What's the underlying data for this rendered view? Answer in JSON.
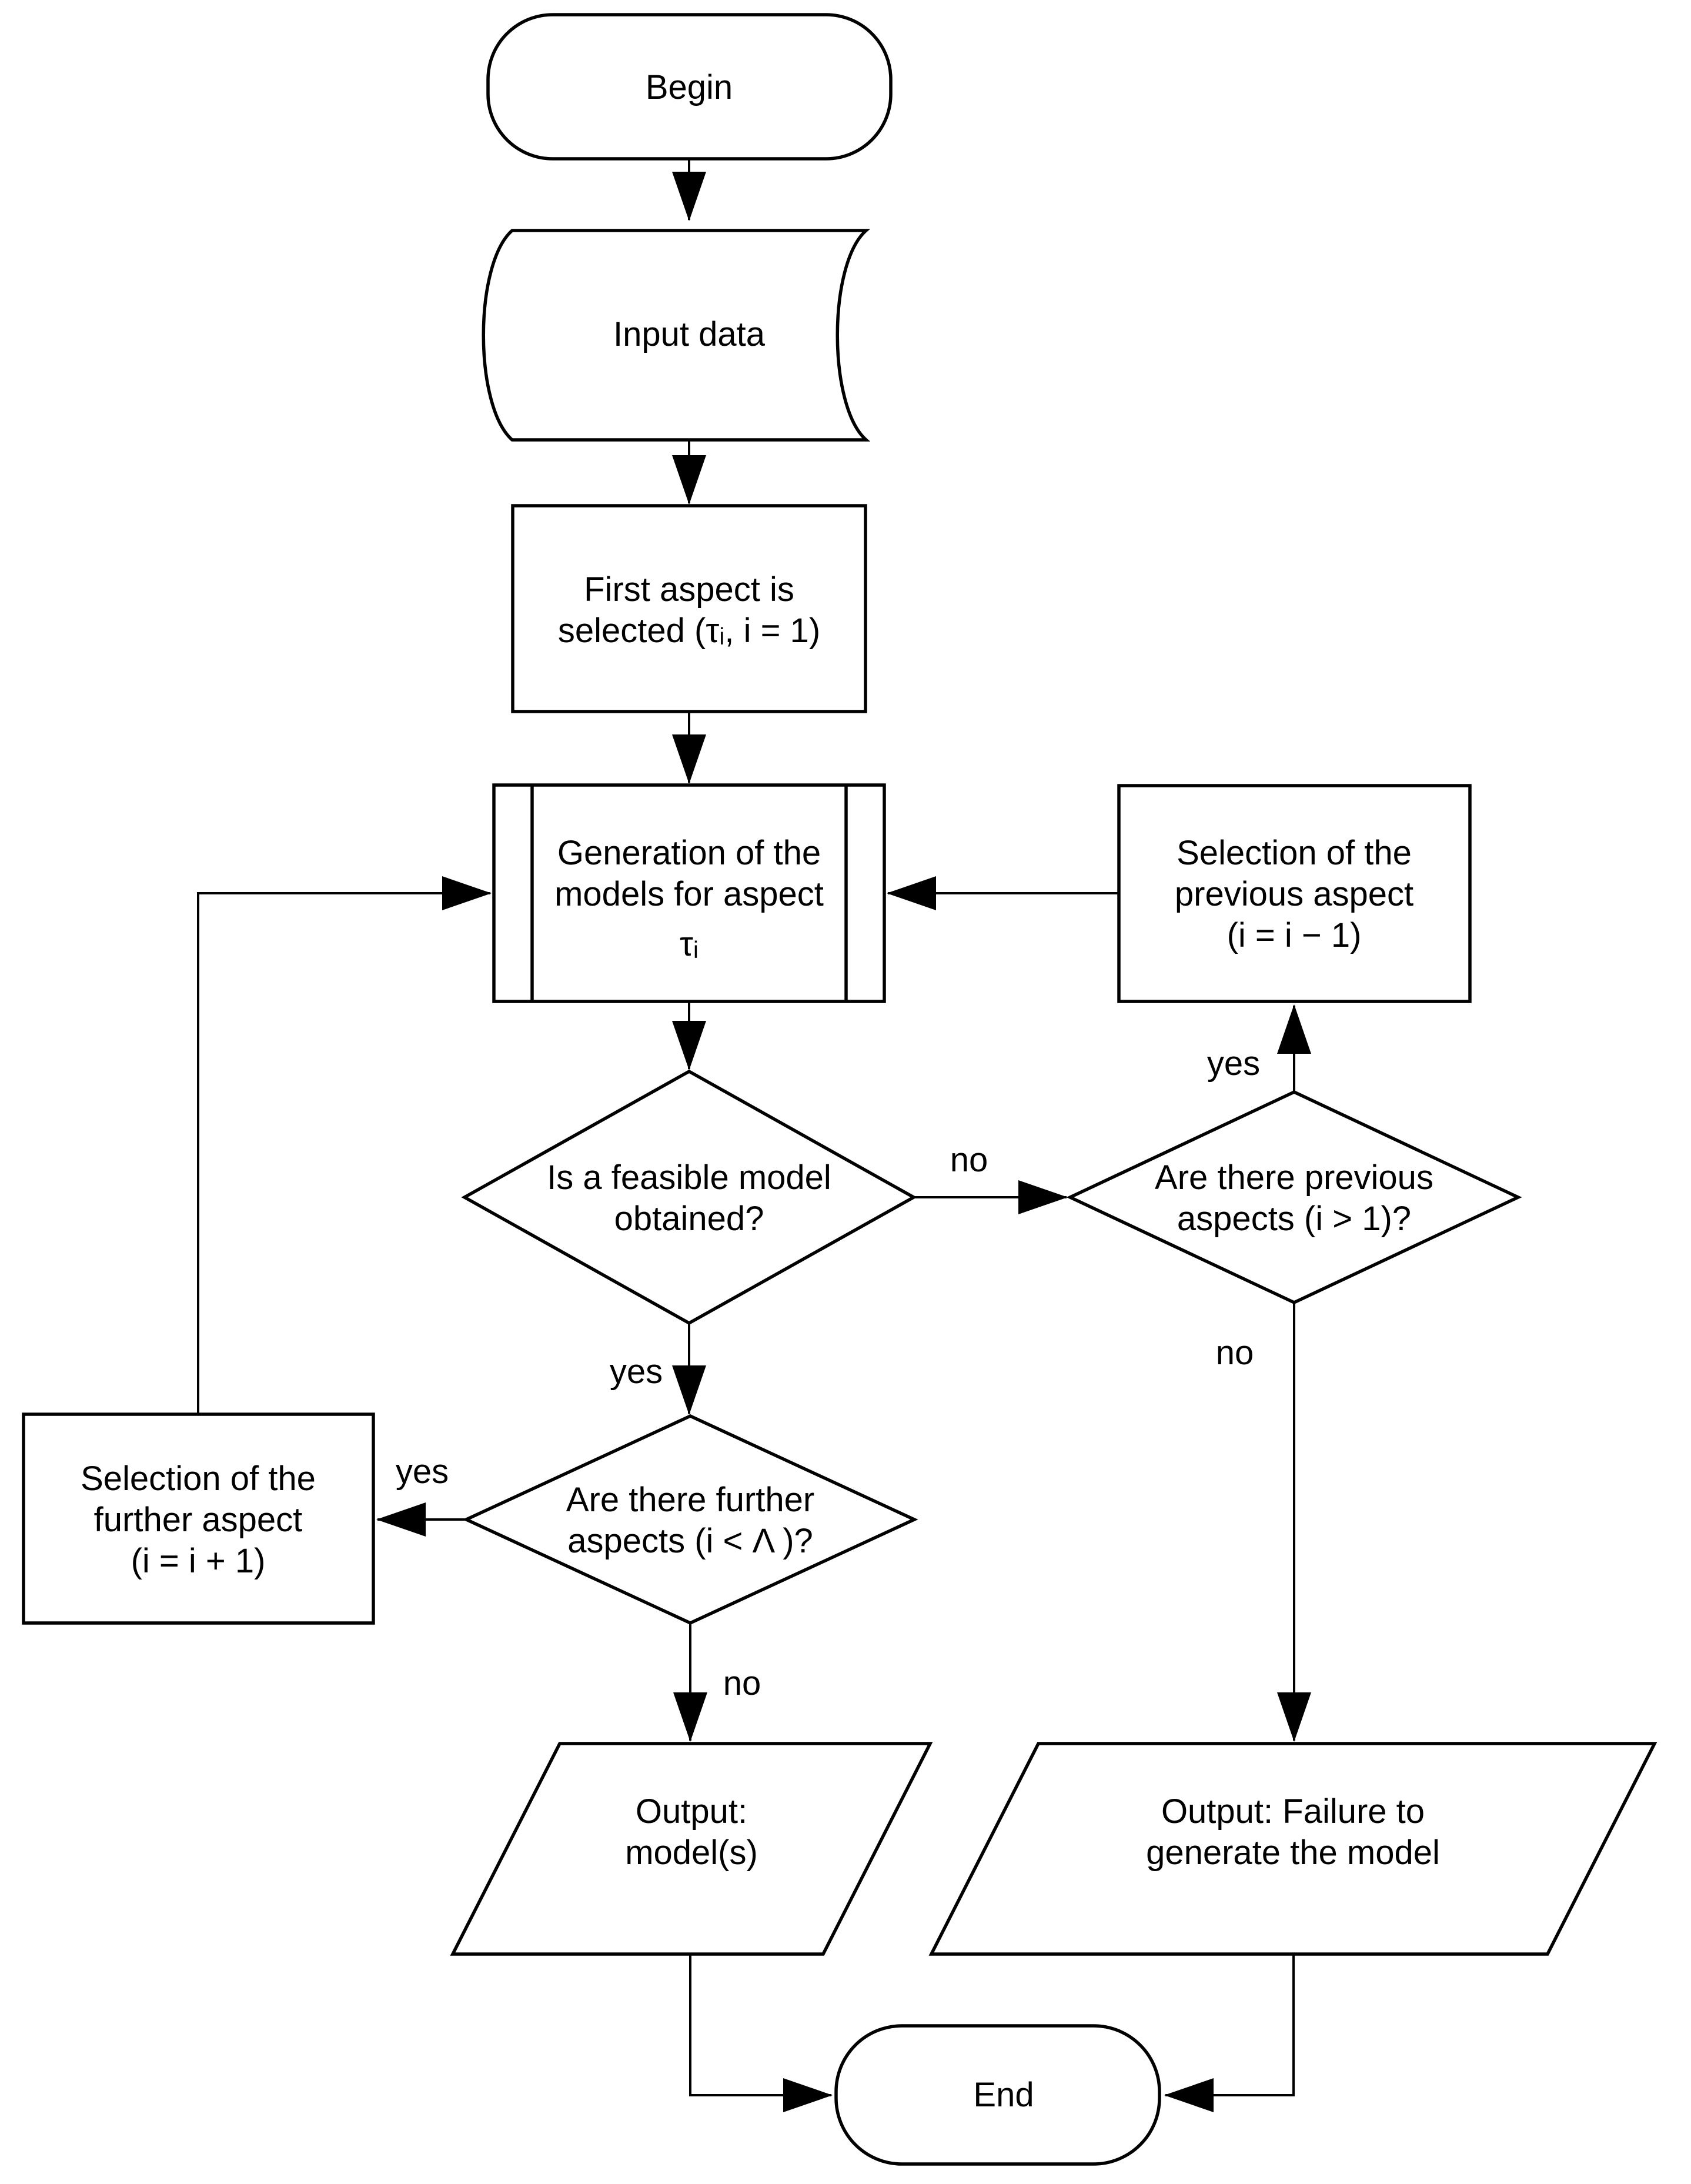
{
  "page": {
    "background_color": "#ffffff",
    "stroke_color": "#000000",
    "text_color": "#000000"
  },
  "chart_type": "flowchart",
  "nodes": {
    "begin": {
      "type": "terminator",
      "lines": [
        "Begin"
      ]
    },
    "input_data": {
      "type": "stored-data",
      "lines": [
        "Input data"
      ]
    },
    "first_aspect": {
      "type": "process",
      "lines": [
        "First aspect is",
        "selected (τᵢ, i = 1)"
      ]
    },
    "generation": {
      "type": "predefined-process",
      "lines": [
        "Generation of the",
        "models for aspect",
        "τᵢ"
      ]
    },
    "feasible": {
      "type": "decision",
      "lines": [
        "Is a feasible model",
        "obtained?"
      ]
    },
    "prev_selection": {
      "type": "process",
      "lines": [
        "Selection of the",
        "previous aspect",
        "(i = i − 1)"
      ]
    },
    "prev_aspects": {
      "type": "decision",
      "lines": [
        "Are there previous",
        "aspects (i > 1)?"
      ]
    },
    "further_aspects": {
      "type": "decision",
      "lines": [
        "Are there further",
        "aspects (i < Λ )?"
      ]
    },
    "further_selection": {
      "type": "process",
      "lines": [
        "Selection of the",
        "further aspect",
        "(i = i + 1)"
      ]
    },
    "output_models": {
      "type": "data-output",
      "lines": [
        "Output:",
        "model(s)"
      ]
    },
    "output_failure": {
      "type": "data-output",
      "lines": [
        "Output: Failure to",
        "generate the model"
      ]
    },
    "end": {
      "type": "terminator",
      "lines": [
        "End"
      ]
    }
  },
  "edge_labels": {
    "feasible_yes": "yes",
    "feasible_no": "no",
    "prev_yes": "yes",
    "prev_no": "no",
    "further_yes": "yes",
    "further_no": "no"
  }
}
